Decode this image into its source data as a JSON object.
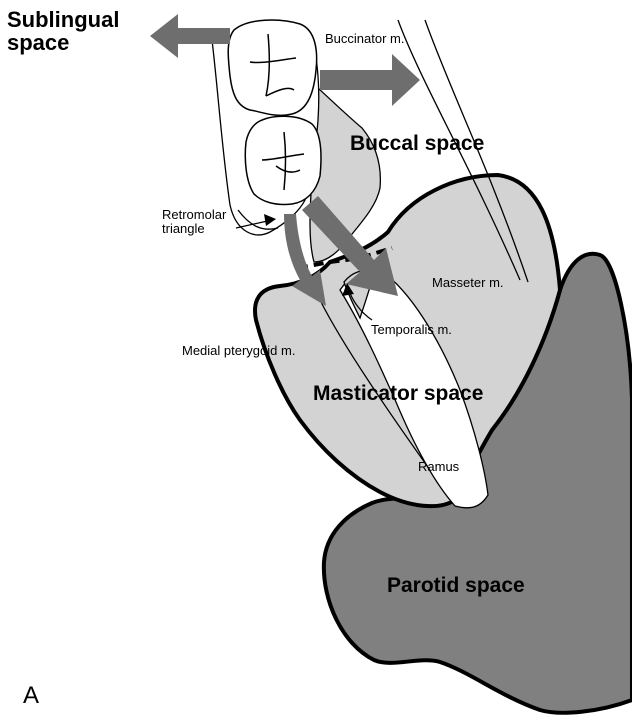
{
  "figure": {
    "panel_letter": "A",
    "labels": {
      "sublingual": "Sublingual\nspace",
      "buccinator": "Buccinator m.",
      "buccal": "Buccal space",
      "retromolar": "Retromolar\ntriangle",
      "masseter": "Masseter m.",
      "temporalis": "Temporalis m.",
      "medial_pterygoid": "Medial pterygoid m.",
      "masticator": "Masticator space",
      "ramus": "Ramus",
      "parotid": "Parotid space"
    },
    "colors": {
      "parotid_fill": "#808080",
      "muscle_fill": "#d3d3d3",
      "arrow_fill": "#6e6e6e",
      "outline": "#000000"
    }
  }
}
